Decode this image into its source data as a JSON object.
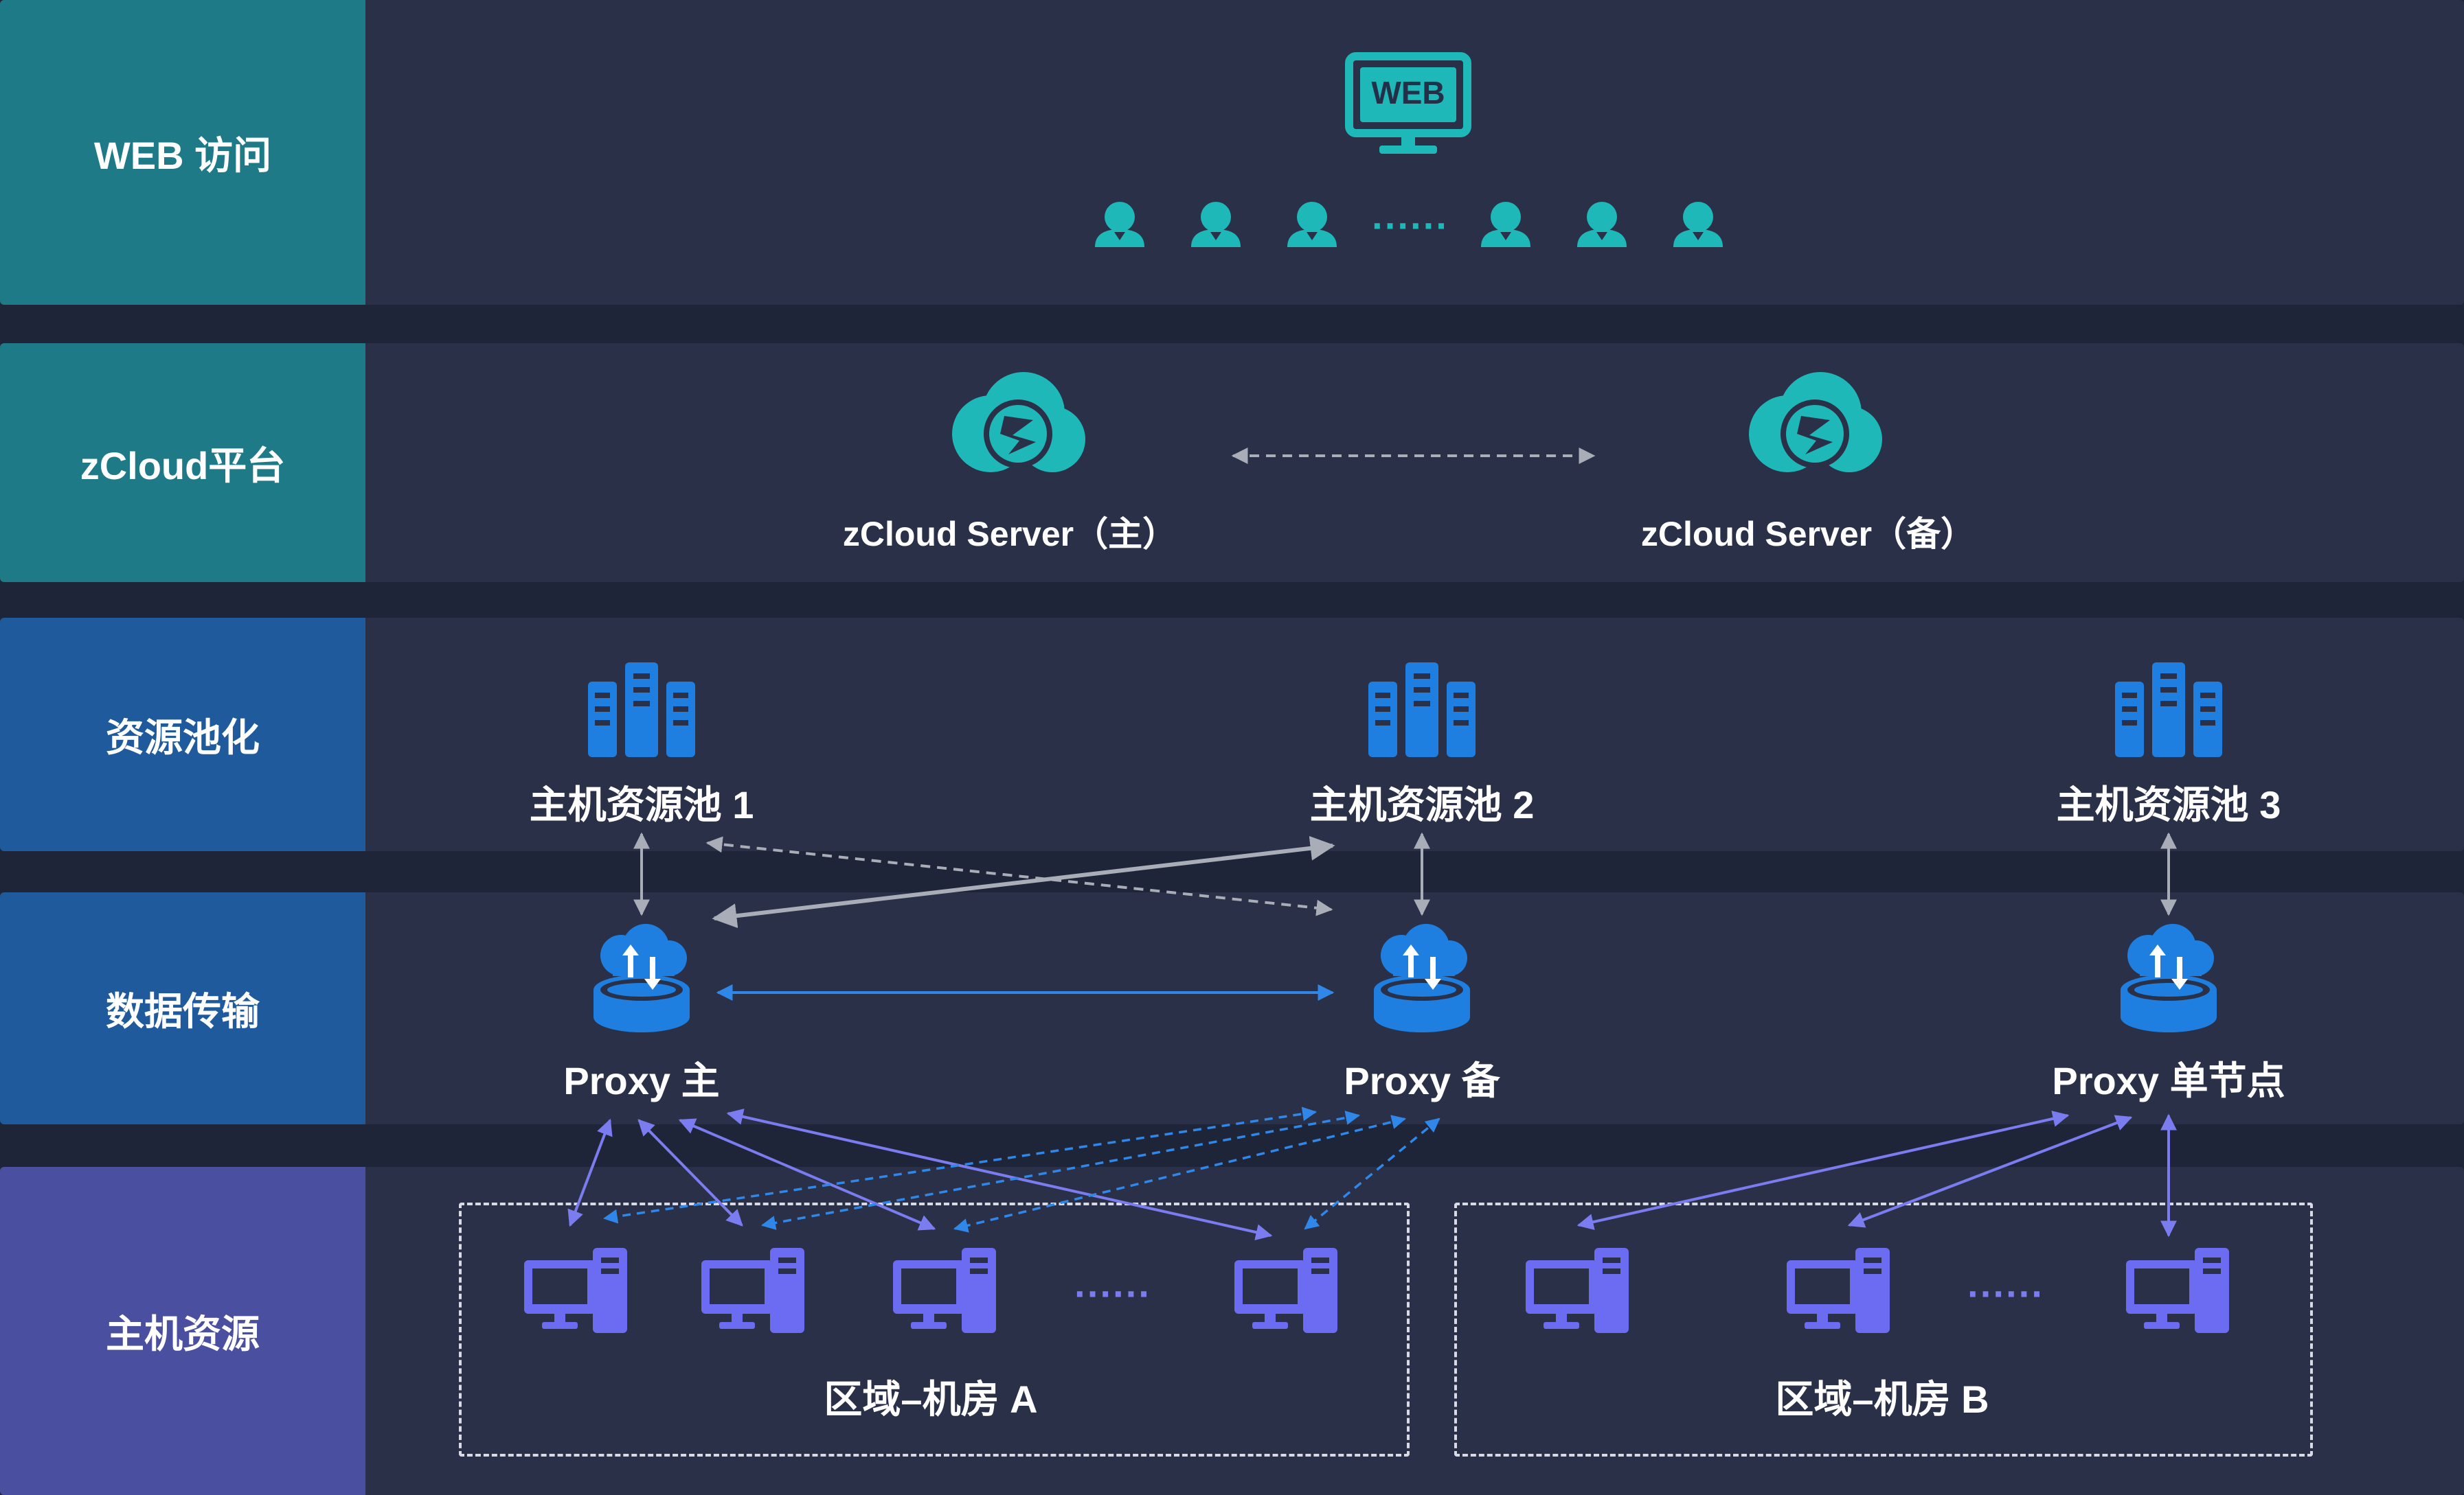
{
  "layers": [
    {
      "id": "web",
      "label": "WEB 访问"
    },
    {
      "id": "platform",
      "label": "zCloud平台"
    },
    {
      "id": "pool",
      "label": "资源池化"
    },
    {
      "id": "transfer",
      "label": "数据传输"
    },
    {
      "id": "hosts",
      "label": "主机资源"
    }
  ],
  "web": {
    "monitor_text": "WEB",
    "ellipsis": "······"
  },
  "platform": {
    "primary_server": "zCloud Server（主）",
    "standby_server": "zCloud Server（备）"
  },
  "pools": [
    {
      "label": "主机资源池 1"
    },
    {
      "label": "主机资源池 2"
    },
    {
      "label": "主机资源池 3"
    }
  ],
  "proxies": [
    {
      "label": "Proxy 主"
    },
    {
      "label": "Proxy 备"
    },
    {
      "label": "Proxy 单节点"
    }
  ],
  "zones": [
    {
      "label": "区域–机房 A",
      "ellipsis": "······"
    },
    {
      "label": "区域–机房 B",
      "ellipsis": "······"
    }
  ],
  "colors": {
    "teal_icon": "#1fb8b8",
    "blue_icon": "#1e7fe0",
    "host_icon": "#6b6cf2",
    "link_gray": "#a9adb8",
    "link_blue": "#2f87ea",
    "link_purple": "#7a7cf0"
  }
}
